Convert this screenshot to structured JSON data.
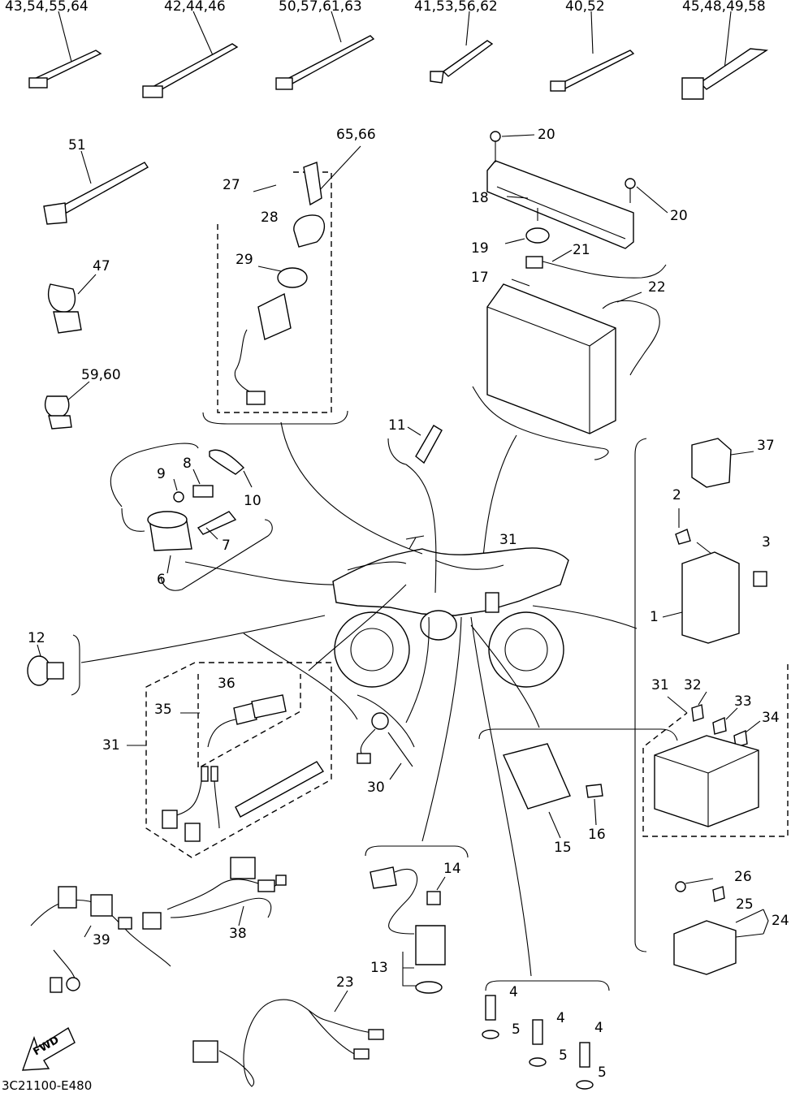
{
  "diagram_id": "3C21100-E480",
  "fwd_label": "FWD",
  "callouts": {
    "c1": "43,54,55,64",
    "c2": "42,44,46",
    "c3": "50,57,61,63",
    "c4": "41,53,56,62",
    "c5": "40,52",
    "c6": "45,48,49,58",
    "c7": "51",
    "c8": "47",
    "c9": "59,60",
    "c10": "65,66",
    "c11": "27",
    "c12": "28",
    "c13": "29",
    "c14": "20",
    "c15": "18",
    "c16": "20",
    "c17": "19",
    "c18": "21",
    "c19": "17",
    "c20": "22",
    "c21": "9",
    "c22": "8",
    "c23": "10",
    "c24": "7",
    "c25": "6",
    "c26": "11",
    "c27": "37",
    "c28": "2",
    "c29": "3",
    "c30": "31",
    "c31": "1",
    "c32": "12",
    "c33": "36",
    "c34": "35",
    "c35": "31",
    "c36": "31",
    "c37": "32",
    "c38": "33",
    "c39": "34",
    "c40": "30",
    "c41": "16",
    "c42": "15",
    "c43": "14",
    "c44": "26",
    "c45": "25",
    "c46": "24",
    "c47": "39",
    "c48": "38",
    "c49": "13",
    "c50": "23",
    "c51": "4",
    "c52": "5",
    "c53": "4",
    "c54": "5",
    "c55": "4",
    "c56": "5"
  }
}
